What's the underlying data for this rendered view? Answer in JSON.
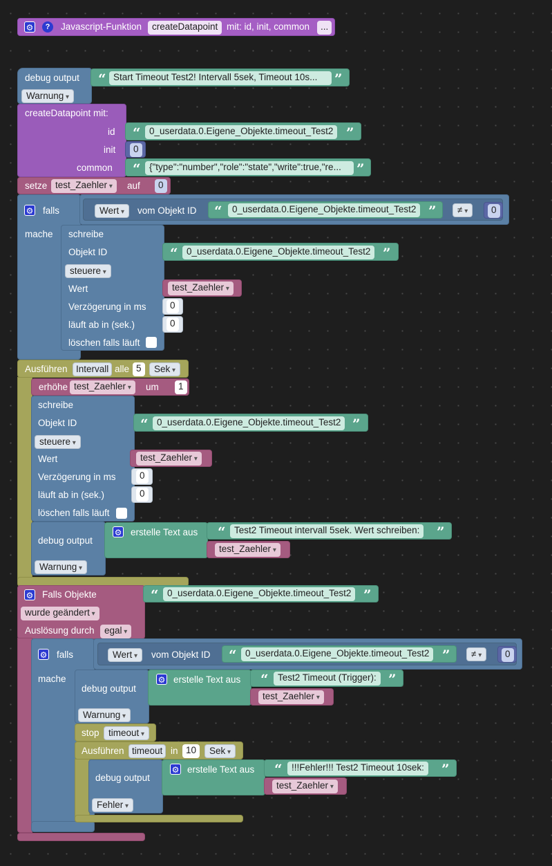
{
  "function_block": {
    "label": "Javascript-Funktion",
    "name": "createDatapoint",
    "params": "mit: id, init, common",
    "more": "..."
  },
  "debug1": {
    "label": "debug output",
    "text": "Start Timeout Test2! Intervall 5sek, Timeout 10s...",
    "level": "Warnung"
  },
  "create": {
    "label": "createDatapoint  mit:",
    "id_label": "id",
    "id_value": "0_userdata.0.Eigene_Objekte.timeout_Test2",
    "init_label": "init",
    "init_value": "0",
    "common_label": "common",
    "common_value": "{\"type\":\"number\",\"role\":\"state\",\"write\":true,\"re..."
  },
  "setze": {
    "label": "setze",
    "var": "test_Zaehler",
    "auf": "auf",
    "value": "0"
  },
  "if1": {
    "falls": "falls",
    "mache": "mache",
    "wert": "Wert",
    "vom_objekt": "vom Objekt ID",
    "object": "0_userdata.0.Eigene_Objekte.timeout_Test2",
    "op": "≠",
    "value": "0"
  },
  "write1": {
    "schreibe": "schreibe",
    "objekt_id_label": "Objekt ID",
    "objekt_id": "0_userdata.0.Eigene_Objekte.timeout_Test2",
    "mode": "steuere",
    "wert_label": "Wert",
    "wert": "test_Zaehler",
    "delay_label": "Verzögerung in ms",
    "delay": "0",
    "expire_label": "läuft ab in (sek.)",
    "expire": "0",
    "clear_label": "löschen falls läuft"
  },
  "interval": {
    "label": "Ausführen",
    "name": "Intervall",
    "alle": "alle",
    "value": "5",
    "unit": "Sek"
  },
  "increment": {
    "label": "erhöhe",
    "var": "test_Zaehler",
    "um": "um",
    "value": "1"
  },
  "write2": {
    "schreibe": "schreibe",
    "objekt_id_label": "Objekt ID",
    "objekt_id": "0_userdata.0.Eigene_Objekte.timeout_Test2",
    "mode": "steuere",
    "wert_label": "Wert",
    "wert": "test_Zaehler",
    "delay_label": "Verzögerung in ms",
    "delay": "0",
    "expire_label": "läuft ab in (sek.)",
    "expire": "0",
    "clear_label": "löschen falls läuft"
  },
  "debug2": {
    "label": "debug output",
    "create_text": "erstelle Text aus",
    "text": "Test2 Timeout intervall 5sek. Wert schreiben:",
    "var": "test_Zaehler",
    "level": "Warnung"
  },
  "trigger": {
    "label": "Falls Objekte",
    "object": "0_userdata.0.Eigene_Objekte.timeout_Test2",
    "condition": "wurde geändert",
    "ausloesung": "Auslösung durch",
    "by": "egal"
  },
  "if2": {
    "falls": "falls",
    "mache": "mache",
    "wert": "Wert",
    "vom_objekt": "vom Objekt ID",
    "object": "0_userdata.0.Eigene_Objekte.timeout_Test2",
    "op": "≠",
    "value": "0"
  },
  "debug3": {
    "label": "debug output",
    "create_text": "erstelle Text aus",
    "text": "Test2 Timeout (Trigger):",
    "var": "test_Zaehler",
    "level": "Warnung"
  },
  "stop": {
    "label": "stop",
    "name": "timeout"
  },
  "timeout": {
    "label": "Ausführen",
    "name": "timeout",
    "in": "in",
    "value": "10",
    "unit": "Sek"
  },
  "debug4": {
    "label": "debug output",
    "create_text": "erstelle Text aus",
    "text": "!!!Fehler!!! Test2 Timeout 10sek:",
    "var": "test_Zaehler",
    "level": "Fehler"
  },
  "colors": {
    "logic_blue": "#5b80a5",
    "function_purple": "#9a5cba",
    "text_green": "#5ba58c",
    "variable_red": "#a55b80",
    "timer_olive": "#a5a55b",
    "math_navy": "#5b67a5",
    "background": "#1e1e1e"
  }
}
